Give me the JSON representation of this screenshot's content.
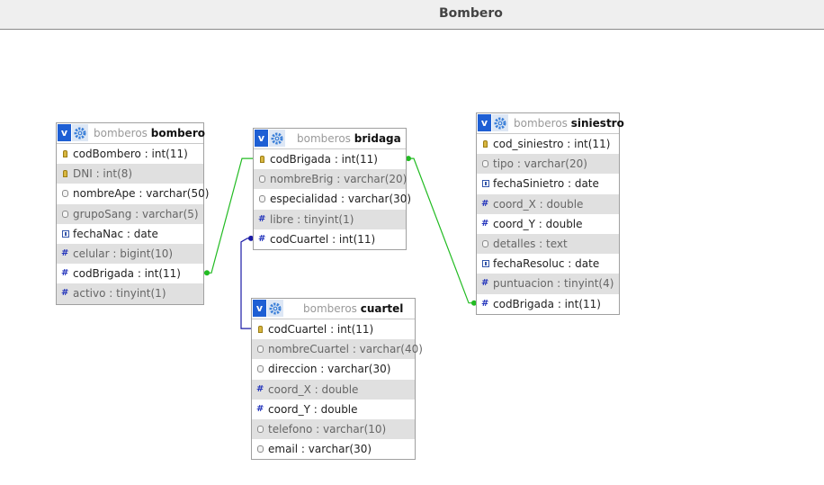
{
  "page": {
    "title": "Bombero"
  },
  "colors": {
    "link_green": "#22bb22",
    "link_blue": "#1a1aa6",
    "header_blue": "#1e5fd4",
    "alt_row": "#e0e0e0"
  },
  "tables": [
    {
      "id": "bombero",
      "db": "bomberos",
      "name": "bombero",
      "columns": [
        {
          "text": "codBombero : int(11)",
          "icon": "primary-key-icon"
        },
        {
          "text": "DNI : int(8)",
          "icon": "primary-key-icon"
        },
        {
          "text": "nombreApe : varchar(50)",
          "icon": "text-field-icon"
        },
        {
          "text": "grupoSang : varchar(5)",
          "icon": "text-field-icon"
        },
        {
          "text": "fechaNac : date",
          "icon": "date-field-icon"
        },
        {
          "text": "celular : bigint(10)",
          "icon": "numeric-field-icon"
        },
        {
          "text": "codBrigada : int(11)",
          "icon": "numeric-field-icon"
        },
        {
          "text": "activo : tinyint(1)",
          "icon": "numeric-field-icon"
        }
      ]
    },
    {
      "id": "bridaga",
      "db": "bomberos",
      "name": "bridaga",
      "columns": [
        {
          "text": "codBrigada : int(11)",
          "icon": "primary-key-icon"
        },
        {
          "text": "nombreBrig : varchar(20)",
          "icon": "text-field-icon"
        },
        {
          "text": "especialidad : varchar(30)",
          "icon": "text-field-icon"
        },
        {
          "text": "libre : tinyint(1)",
          "icon": "numeric-field-icon"
        },
        {
          "text": "codCuartel : int(11)",
          "icon": "numeric-field-icon"
        }
      ]
    },
    {
      "id": "cuartel",
      "db": "bomberos",
      "name": "cuartel",
      "columns": [
        {
          "text": "codCuartel : int(11)",
          "icon": "primary-key-icon"
        },
        {
          "text": "nombreCuartel : varchar(40)",
          "icon": "text-field-icon"
        },
        {
          "text": "direccion : varchar(30)",
          "icon": "text-field-icon"
        },
        {
          "text": "coord_X : double",
          "icon": "numeric-field-icon"
        },
        {
          "text": "coord_Y : double",
          "icon": "numeric-field-icon"
        },
        {
          "text": "telefono : varchar(10)",
          "icon": "text-field-icon"
        },
        {
          "text": "email : varchar(30)",
          "icon": "text-field-icon"
        }
      ]
    },
    {
      "id": "siniestro",
      "db": "bomberos",
      "name": "siniestro",
      "columns": [
        {
          "text": "cod_siniestro : int(11)",
          "icon": "primary-key-icon"
        },
        {
          "text": "tipo : varchar(20)",
          "icon": "text-field-icon"
        },
        {
          "text": "fechaSinietro : date",
          "icon": "date-field-icon"
        },
        {
          "text": "coord_X : double",
          "icon": "numeric-field-icon"
        },
        {
          "text": "coord_Y : double",
          "icon": "numeric-field-icon"
        },
        {
          "text": "detalles : text",
          "icon": "text-field-icon"
        },
        {
          "text": "fechaResoluc : date",
          "icon": "date-field-icon"
        },
        {
          "text": "puntuacion : tinyint(4)",
          "icon": "numeric-field-icon"
        },
        {
          "text": "codBrigada : int(11)",
          "icon": "numeric-field-icon"
        }
      ]
    }
  ],
  "relations": [
    {
      "from": "bombero.codBrigada",
      "to": "bridaga.codBrigada",
      "color": "#22bb22"
    },
    {
      "from": "bridaga.codBrigada",
      "to": "siniestro.codBrigada",
      "color": "#22bb22"
    },
    {
      "from": "bridaga.codCuartel",
      "to": "cuartel.codCuartel",
      "color": "#1a1aa6"
    }
  ]
}
